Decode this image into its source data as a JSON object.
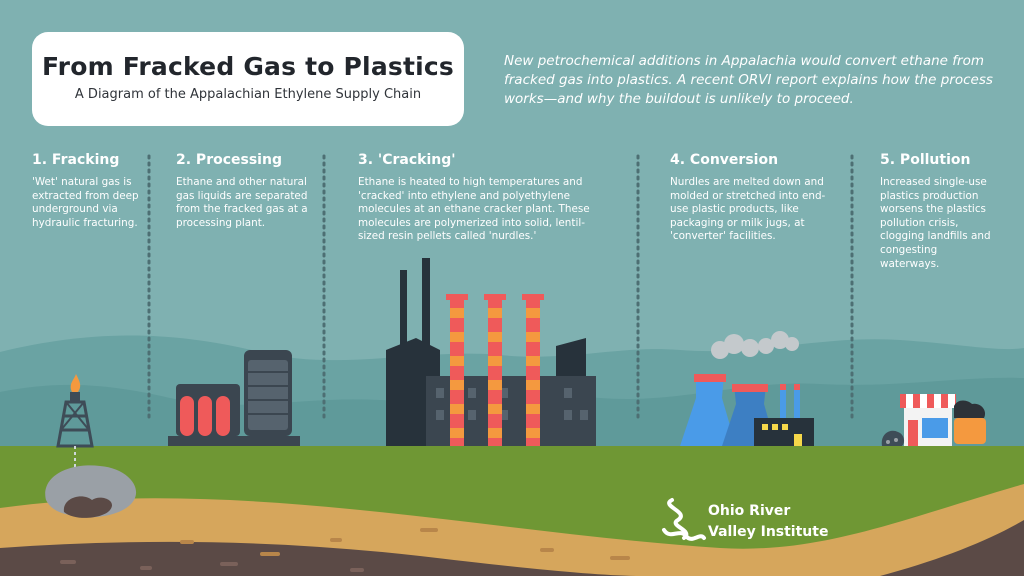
{
  "header": {
    "title": "From Fracked Gas to Plastics",
    "subtitle": "A Diagram of the Appalachian Ethylene Supply Chain"
  },
  "intro": "New petrochemical additions in Appalachia would convert ethane from fracked gas into plastics. A recent ORVI report explains how the process works—and why the buildout is unlikely to proceed.",
  "steps": [
    {
      "title": "1. Fracking",
      "text": "'Wet' natural gas is extracted from deep underground via hydraulic fracturing."
    },
    {
      "title": "2. Processing",
      "text": "Ethane and other natural gas liquids are separated from the fracked gas at a processing plant."
    },
    {
      "title": "3. 'Cracking'",
      "text": "Ethane is heated to high temperatures and 'cracked' into ethylene and polyethylene molecules at an ethane cracker plant. These molecules are polymerized into solid, lentil-sized resin pellets called 'nurdles.'"
    },
    {
      "title": "4. Conversion",
      "text": "Nurdles are melted down and molded or stretched into end-use plastic products, like packaging or milk jugs, at 'converter' facilities."
    },
    {
      "title": "5. Pollution",
      "text": "Increased single-use plastics production worsens the plastics pollution crisis, clogging landfills and congesting waterways."
    }
  ],
  "logo": {
    "line1": "Ohio River",
    "line2": "Valley Institute"
  },
  "colors": {
    "sky": "#7fb1b1",
    "hills_far": "#6aa2a2",
    "hills_near": "#5e9a9a",
    "grass": "#6f9734",
    "soil": "#d6a65c",
    "rock": "#5e4a47",
    "chimney_red": "#ef5a5a",
    "chimney_orange": "#f4993f",
    "factory_dark": "#3b4650",
    "cooling_blue": "#4a9be8"
  },
  "icons": [
    "gas-rig-icon",
    "processing-plant-icon",
    "cracker-plant-icon",
    "converter-facility-icon",
    "store-pollution-icon",
    "ohio-river-wave-icon"
  ]
}
